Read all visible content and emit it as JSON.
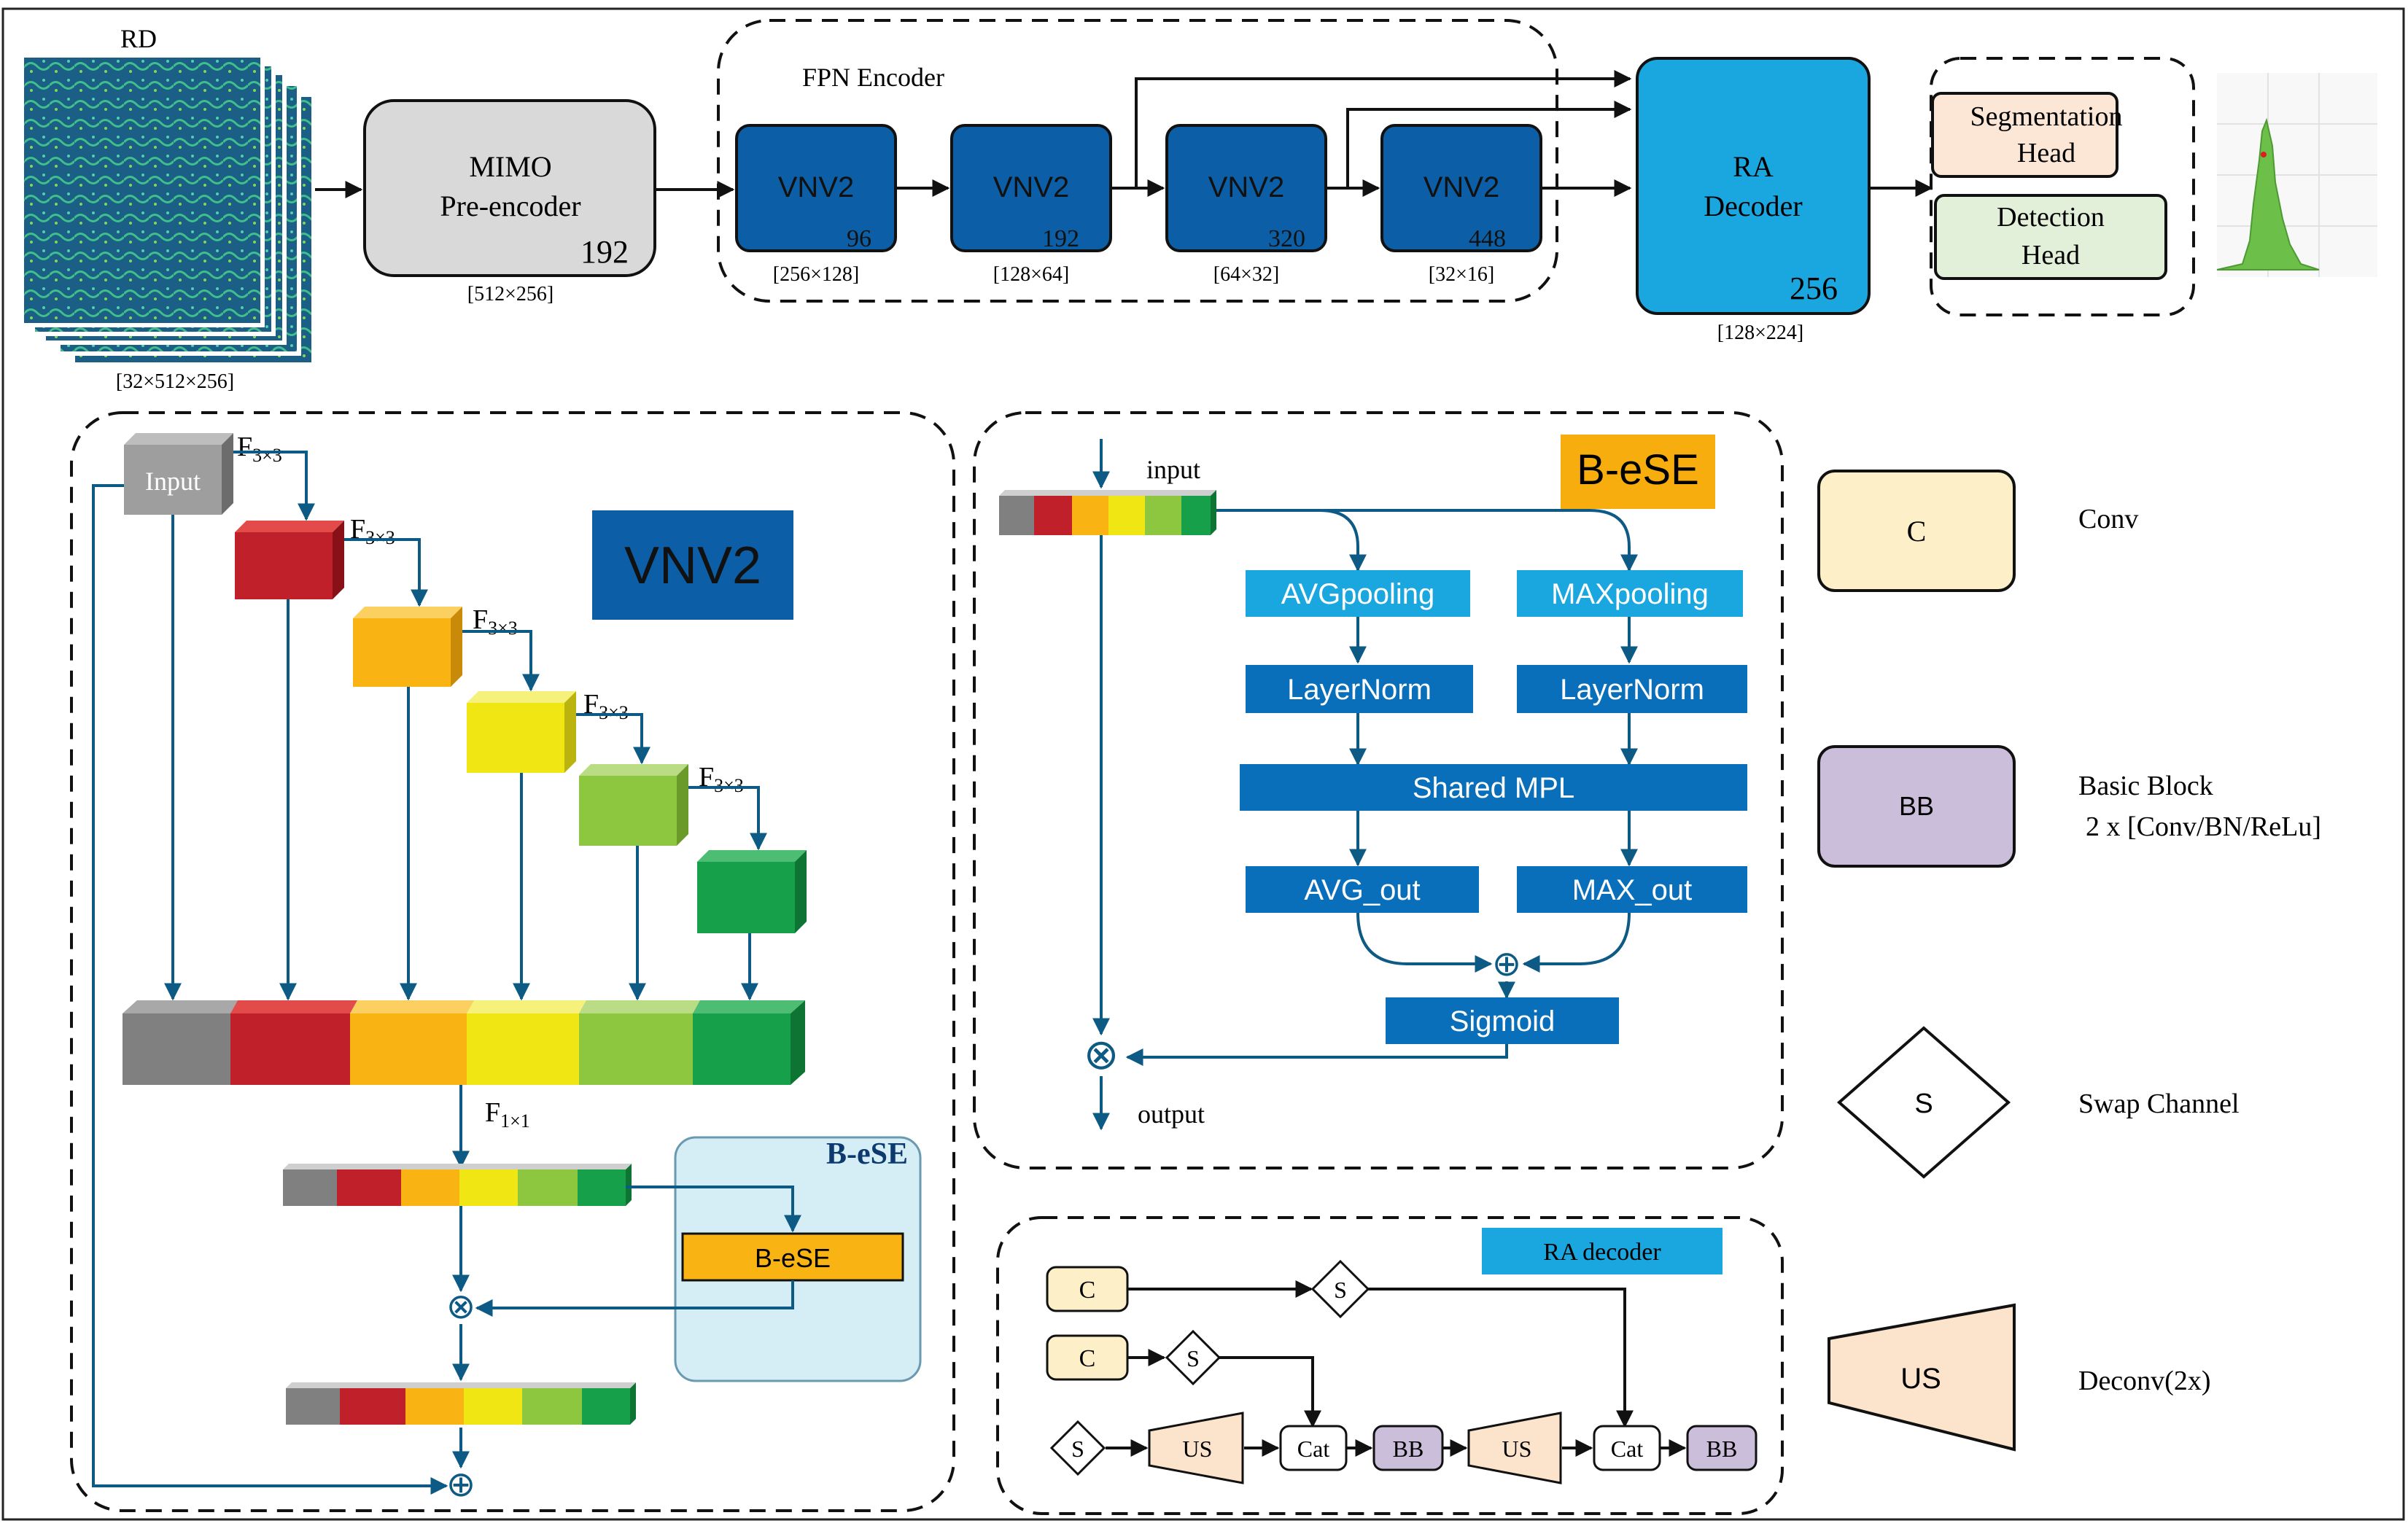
{
  "pipeline": {
    "rd_label": "RD",
    "rd_dims": "[32×512×256]",
    "mimo_line1": "MIMO",
    "mimo_line2": "Pre-encoder",
    "mimo_channels": "192",
    "mimo_dims": "[512×256]",
    "fpn_title": "FPN Encoder",
    "encoder_blocks": [
      {
        "label": "VNV2",
        "channels": "96",
        "dims": "[256×128]"
      },
      {
        "label": "VNV2",
        "channels": "192",
        "dims": "[128×64]"
      },
      {
        "label": "VNV2",
        "channels": "320",
        "dims": "[64×32]"
      },
      {
        "label": "VNV2",
        "channels": "448",
        "dims": "[32×16]"
      }
    ],
    "decoder_line1": "RA",
    "decoder_line2": "Decoder",
    "decoder_channels": "256",
    "decoder_dims": "[128×224]",
    "seg_head_line1": "Segmentation",
    "seg_head_line2": "Head",
    "det_head_line1": "Detection",
    "det_head_line2": "Head"
  },
  "vnv2": {
    "title": "VNV2",
    "input_label": "Input",
    "conv3_main": "F",
    "conv3_sub": "3×3",
    "conv1_main": "F",
    "conv1_sub": "1×1",
    "bese_title": "B-eSE",
    "bese_block": "B-eSE",
    "multiply_symbol": "⊗",
    "add_symbol": "⊕"
  },
  "bese": {
    "title": "B-eSE",
    "input_label": "input",
    "output_label": "output",
    "avgpool": "AVGpooling",
    "maxpool": "MAXpooling",
    "layernorm_left": "LayerNorm",
    "layernorm_right": "LayerNorm",
    "shared_mlp": "Shared MPL",
    "avg_out": "AVG_out",
    "max_out": "MAX_out",
    "sigmoid": "Sigmoid",
    "add_symbol": "⊕",
    "multiply_symbol": "⊗"
  },
  "ra_decoder": {
    "title": "RA decoder",
    "conv": "C",
    "swap": "S",
    "upsample": "US",
    "concat": "Cat",
    "basic_block": "BB"
  },
  "legend": {
    "conv_symbol": "C",
    "conv_desc": "Conv",
    "bb_symbol": "BB",
    "bb_desc_line1": "Basic Block",
    "bb_desc_line2": "2 x [Conv/BN/ReLu]",
    "swap_symbol": "S",
    "swap_desc": "Swap Channel",
    "us_symbol": "US",
    "us_desc": "Deconv(2x)"
  },
  "colors": {
    "vnv2_blue": "#0c5fa6",
    "decoder_blue": "#1aa7e0",
    "bese_blue": "#0a6fba",
    "pool_blue": "#1aa7e0",
    "arrow": "#0d5a85",
    "gray": "#808080",
    "red": "#c0202a",
    "orange": "#f9b313",
    "yellow": "#f0e614",
    "light_green": "#8dc63f",
    "green": "#17a04a",
    "conv_fill": "#fdf0c8",
    "bb_fill": "#cbbedb",
    "us_fill": "#fce4cc",
    "seg_fill": "#fce7d6",
    "det_fill": "#e2f0d9",
    "bese_box_fill": "#d5edf5",
    "bese_title_bg": "#f7ad0e"
  }
}
